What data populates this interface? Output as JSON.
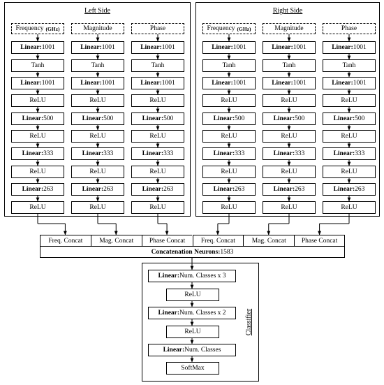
{
  "left": {
    "title": "Left Side",
    "inputs": [
      "Frequency",
      "Magnitude",
      "Phase"
    ],
    "freq_unit": "(GHz)",
    "layers": [
      {
        "linear": "1001"
      },
      {
        "act": "Tanh"
      },
      {
        "linear": "1001"
      },
      {
        "act": "ReLU"
      },
      {
        "linear": "500"
      },
      {
        "act": "ReLU"
      },
      {
        "linear": "333"
      },
      {
        "act": "ReLU"
      },
      {
        "linear": "263"
      },
      {
        "act": "ReLU"
      }
    ]
  },
  "right": {
    "title": "Right Side",
    "inputs": [
      "Frequency",
      "Magnitude",
      "Phase"
    ],
    "freq_unit": "(GHz)",
    "layers": [
      {
        "linear": "1001"
      },
      {
        "act": "Tanh"
      },
      {
        "linear": "1001"
      },
      {
        "act": "ReLU"
      },
      {
        "linear": "500"
      },
      {
        "act": "ReLU"
      },
      {
        "linear": "333"
      },
      {
        "act": "ReLU"
      },
      {
        "linear": "263"
      },
      {
        "act": "ReLU"
      }
    ]
  },
  "linear_label": "Linear:",
  "concat": {
    "cells": [
      "Freq. Concat",
      "Mag. Concat",
      "Phase Concat",
      "Freq. Concat",
      "Mag. Concat",
      "Phase Concat"
    ],
    "neurons_label": "Concatenation Neurons:",
    "neurons_value": "1583"
  },
  "classifier": {
    "title": "Classifier",
    "layers": [
      {
        "linear": "Num. Classes x 3"
      },
      {
        "act": "ReLU"
      },
      {
        "linear": "Num. Classes x 2"
      },
      {
        "act": "ReLU"
      },
      {
        "linear": "Num. Classes"
      },
      {
        "act": "SoftMax"
      }
    ]
  }
}
